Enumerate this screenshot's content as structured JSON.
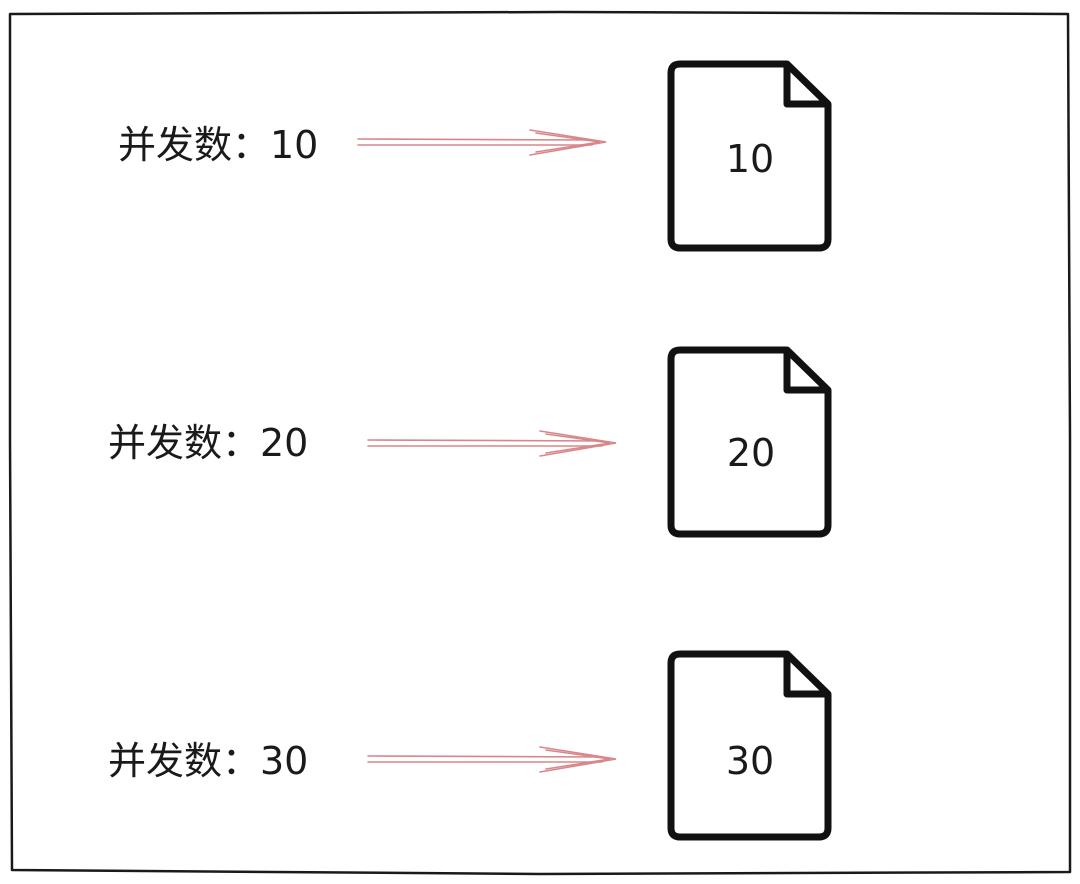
{
  "rows": [
    {
      "label": "并发数：10",
      "file_text": "10"
    },
    {
      "label": "并发数：20",
      "file_text": "20"
    },
    {
      "label": "并发数：30",
      "file_text": "30"
    }
  ],
  "colors": {
    "border": "#1a1a1a",
    "arrow": "#d9868a",
    "file_stroke": "#111111",
    "text": "#1a1a1a"
  }
}
